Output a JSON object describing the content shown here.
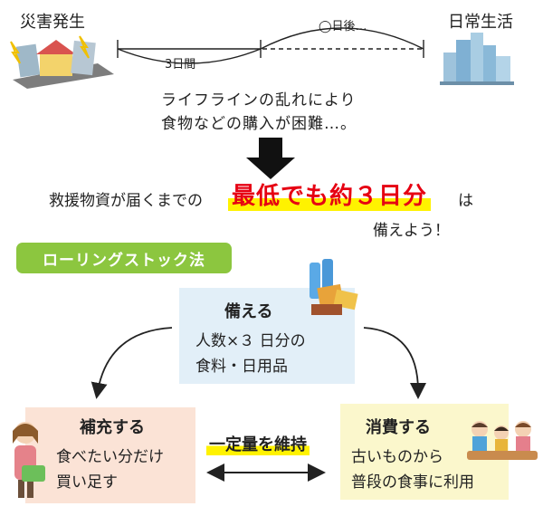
{
  "timeline": {
    "disaster_label": "災害発生",
    "daily_label": "日常生活",
    "three_days_label": "3日間",
    "after_days_label": "◯日後…"
  },
  "lifeline": {
    "line1": "ライフラインの乱れにより",
    "line2": "食物などの購入が困難…。"
  },
  "stock": {
    "pre": "救援物資が届くまでの",
    "emphasis": "最低でも約３日分",
    "post": "は",
    "line2": "備えよう！"
  },
  "method_label": "ローリングストック法",
  "prepare": {
    "title": "備える",
    "line1": "人数×３ 日分の",
    "line2": "食料・日用品"
  },
  "replenish": {
    "title": "補充する",
    "line1": "食べたい分だけ",
    "line2": "買い足す"
  },
  "consume": {
    "title": "消費する",
    "line1": "古いものから",
    "line2": "普段の食事に利用"
  },
  "maintain_label": "一定量を維持",
  "colors": {
    "emphasis_red": "#e60012",
    "highlight_yellow": "#fff200",
    "method_green": "#8cc63f",
    "prepare_blue": "#e2eff8",
    "replenish_pink": "#fbe3d6",
    "consume_yellow": "#fbf7cc"
  }
}
